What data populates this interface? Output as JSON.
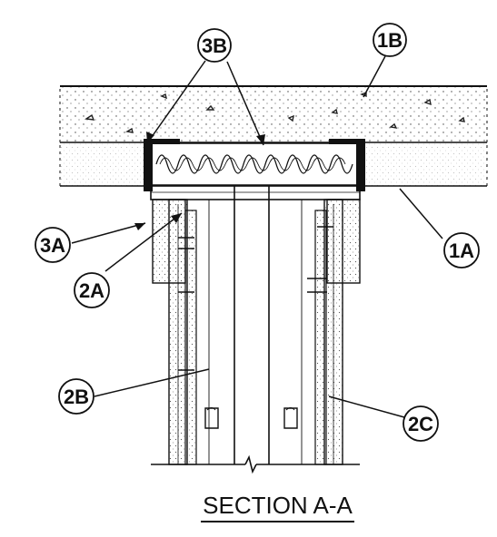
{
  "title": "SECTION A-A",
  "callouts": {
    "c3B": "3B",
    "c1B": "1B",
    "c3A": "3A",
    "c1A": "1A",
    "c2A": "2A",
    "c2B": "2B",
    "c2C": "2C"
  },
  "colors": {
    "ink": "#111111",
    "background": "#ffffff"
  }
}
